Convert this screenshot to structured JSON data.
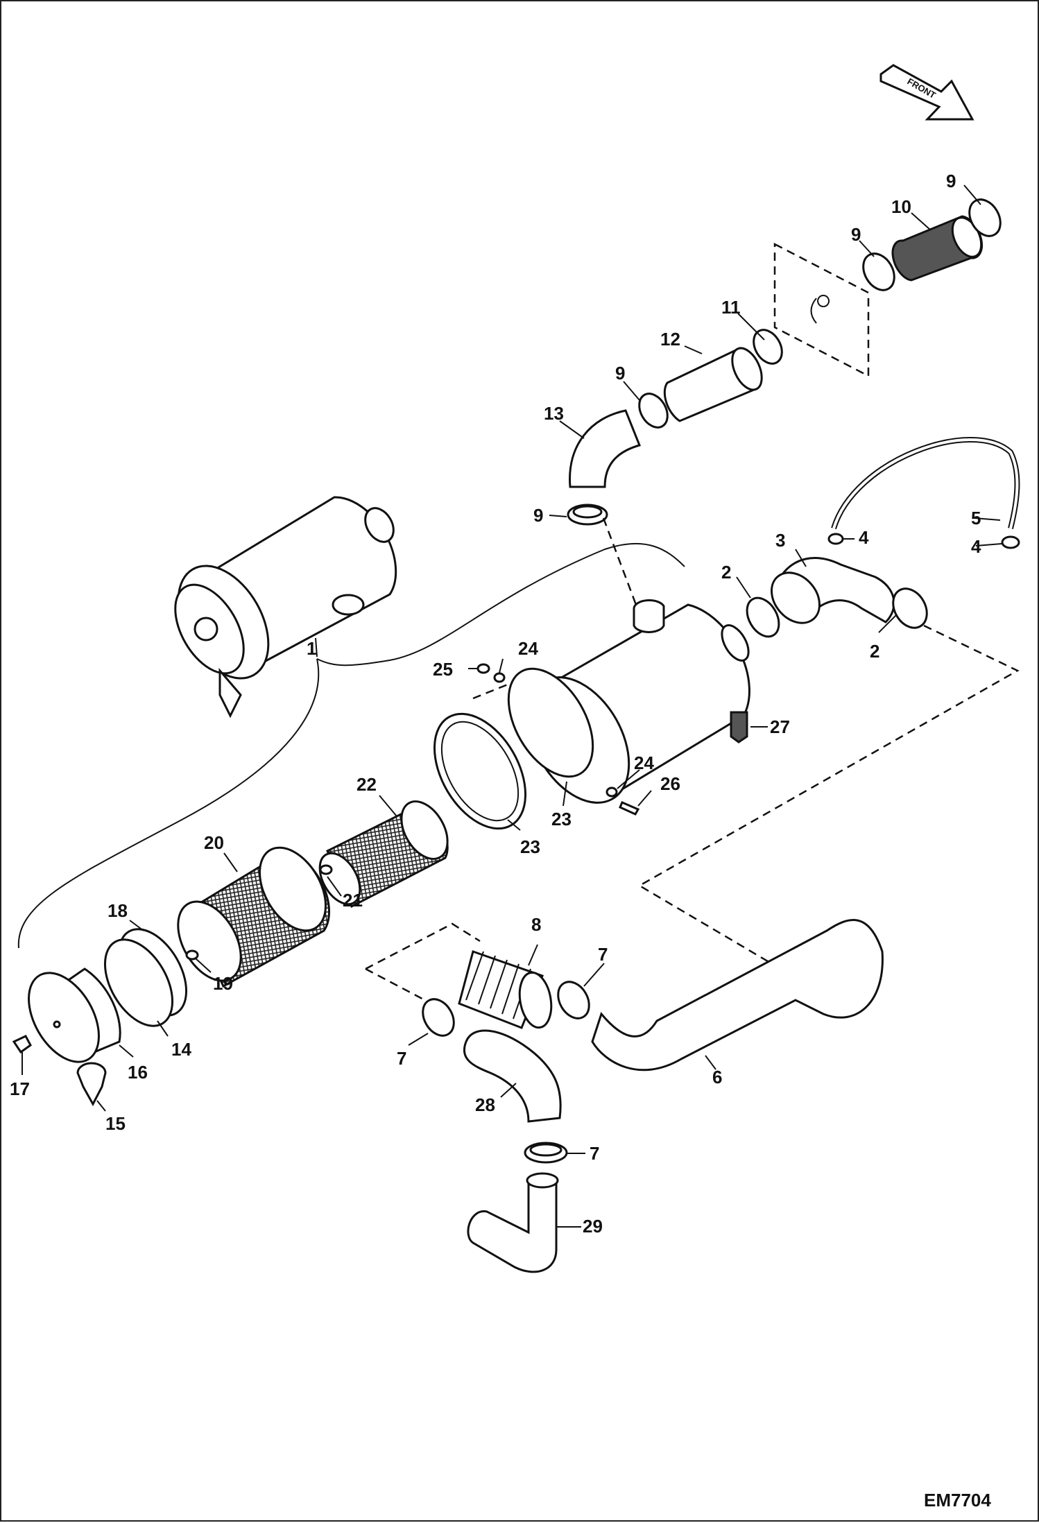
{
  "diagram": {
    "drawing_id": "EM7704",
    "orientation_arrow_label": "FRONT",
    "callouts": [
      "1",
      "2",
      "3",
      "4",
      "5",
      "6",
      "7",
      "8",
      "9",
      "10",
      "11",
      "12",
      "13",
      "14",
      "15",
      "16",
      "17",
      "18",
      "19",
      "20",
      "21",
      "22",
      "23",
      "24",
      "25",
      "26",
      "27",
      "28",
      "29"
    ]
  }
}
